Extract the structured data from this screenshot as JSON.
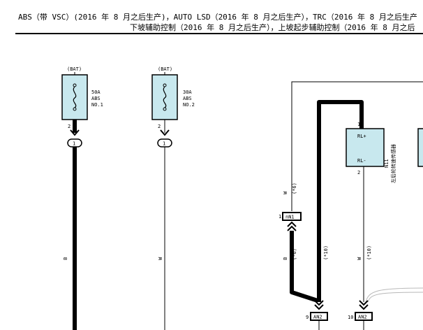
{
  "header": {
    "line1": "ABS（带 VSC）(2016 年 8 月之后生产)，AUTO LSD（2016 年 8 月之后生产），TRC（2016 年 8 月之后生产",
    "line2": "下坡辅助控制（2016 年 8 月之后生产），上坡起步辅助控制（2016 年 8 月之后"
  },
  "fuses": [
    {
      "supply": "(BAT)",
      "rating": "50A",
      "name": "ABS",
      "number": "NO.1",
      "pin": "2",
      "connector": "1",
      "wire_color": "B"
    },
    {
      "supply": "(BAT)",
      "rating": "30A",
      "name": "ABS",
      "number": "NO.2",
      "pin": "2",
      "connector": "1",
      "wire_color": "W"
    }
  ],
  "sensor": {
    "code": "N11",
    "name": "左后轮转速传感器",
    "pin_top": "1",
    "pin_bottom": "2",
    "terminal_top": "RL+",
    "terminal_bottom": "RL-"
  },
  "connectors": {
    "mid": {
      "pin": "1",
      "label": "nN1"
    },
    "bottom_left": {
      "pin": "9",
      "label": "AN2"
    },
    "bottom_right": {
      "pin": "10",
      "label": "AN2"
    }
  },
  "wire_labels": {
    "outer_upper": "W",
    "outer_upper_note": "(*6)",
    "outer_lower_color": "B",
    "outer_lower_note": "(*6)",
    "center_note": "(*10)",
    "sensor_wire_color": "W",
    "sensor_wire_note": "(*10)"
  },
  "colors": {
    "component_fill": "#c8e8ee",
    "wire": "#000000"
  }
}
